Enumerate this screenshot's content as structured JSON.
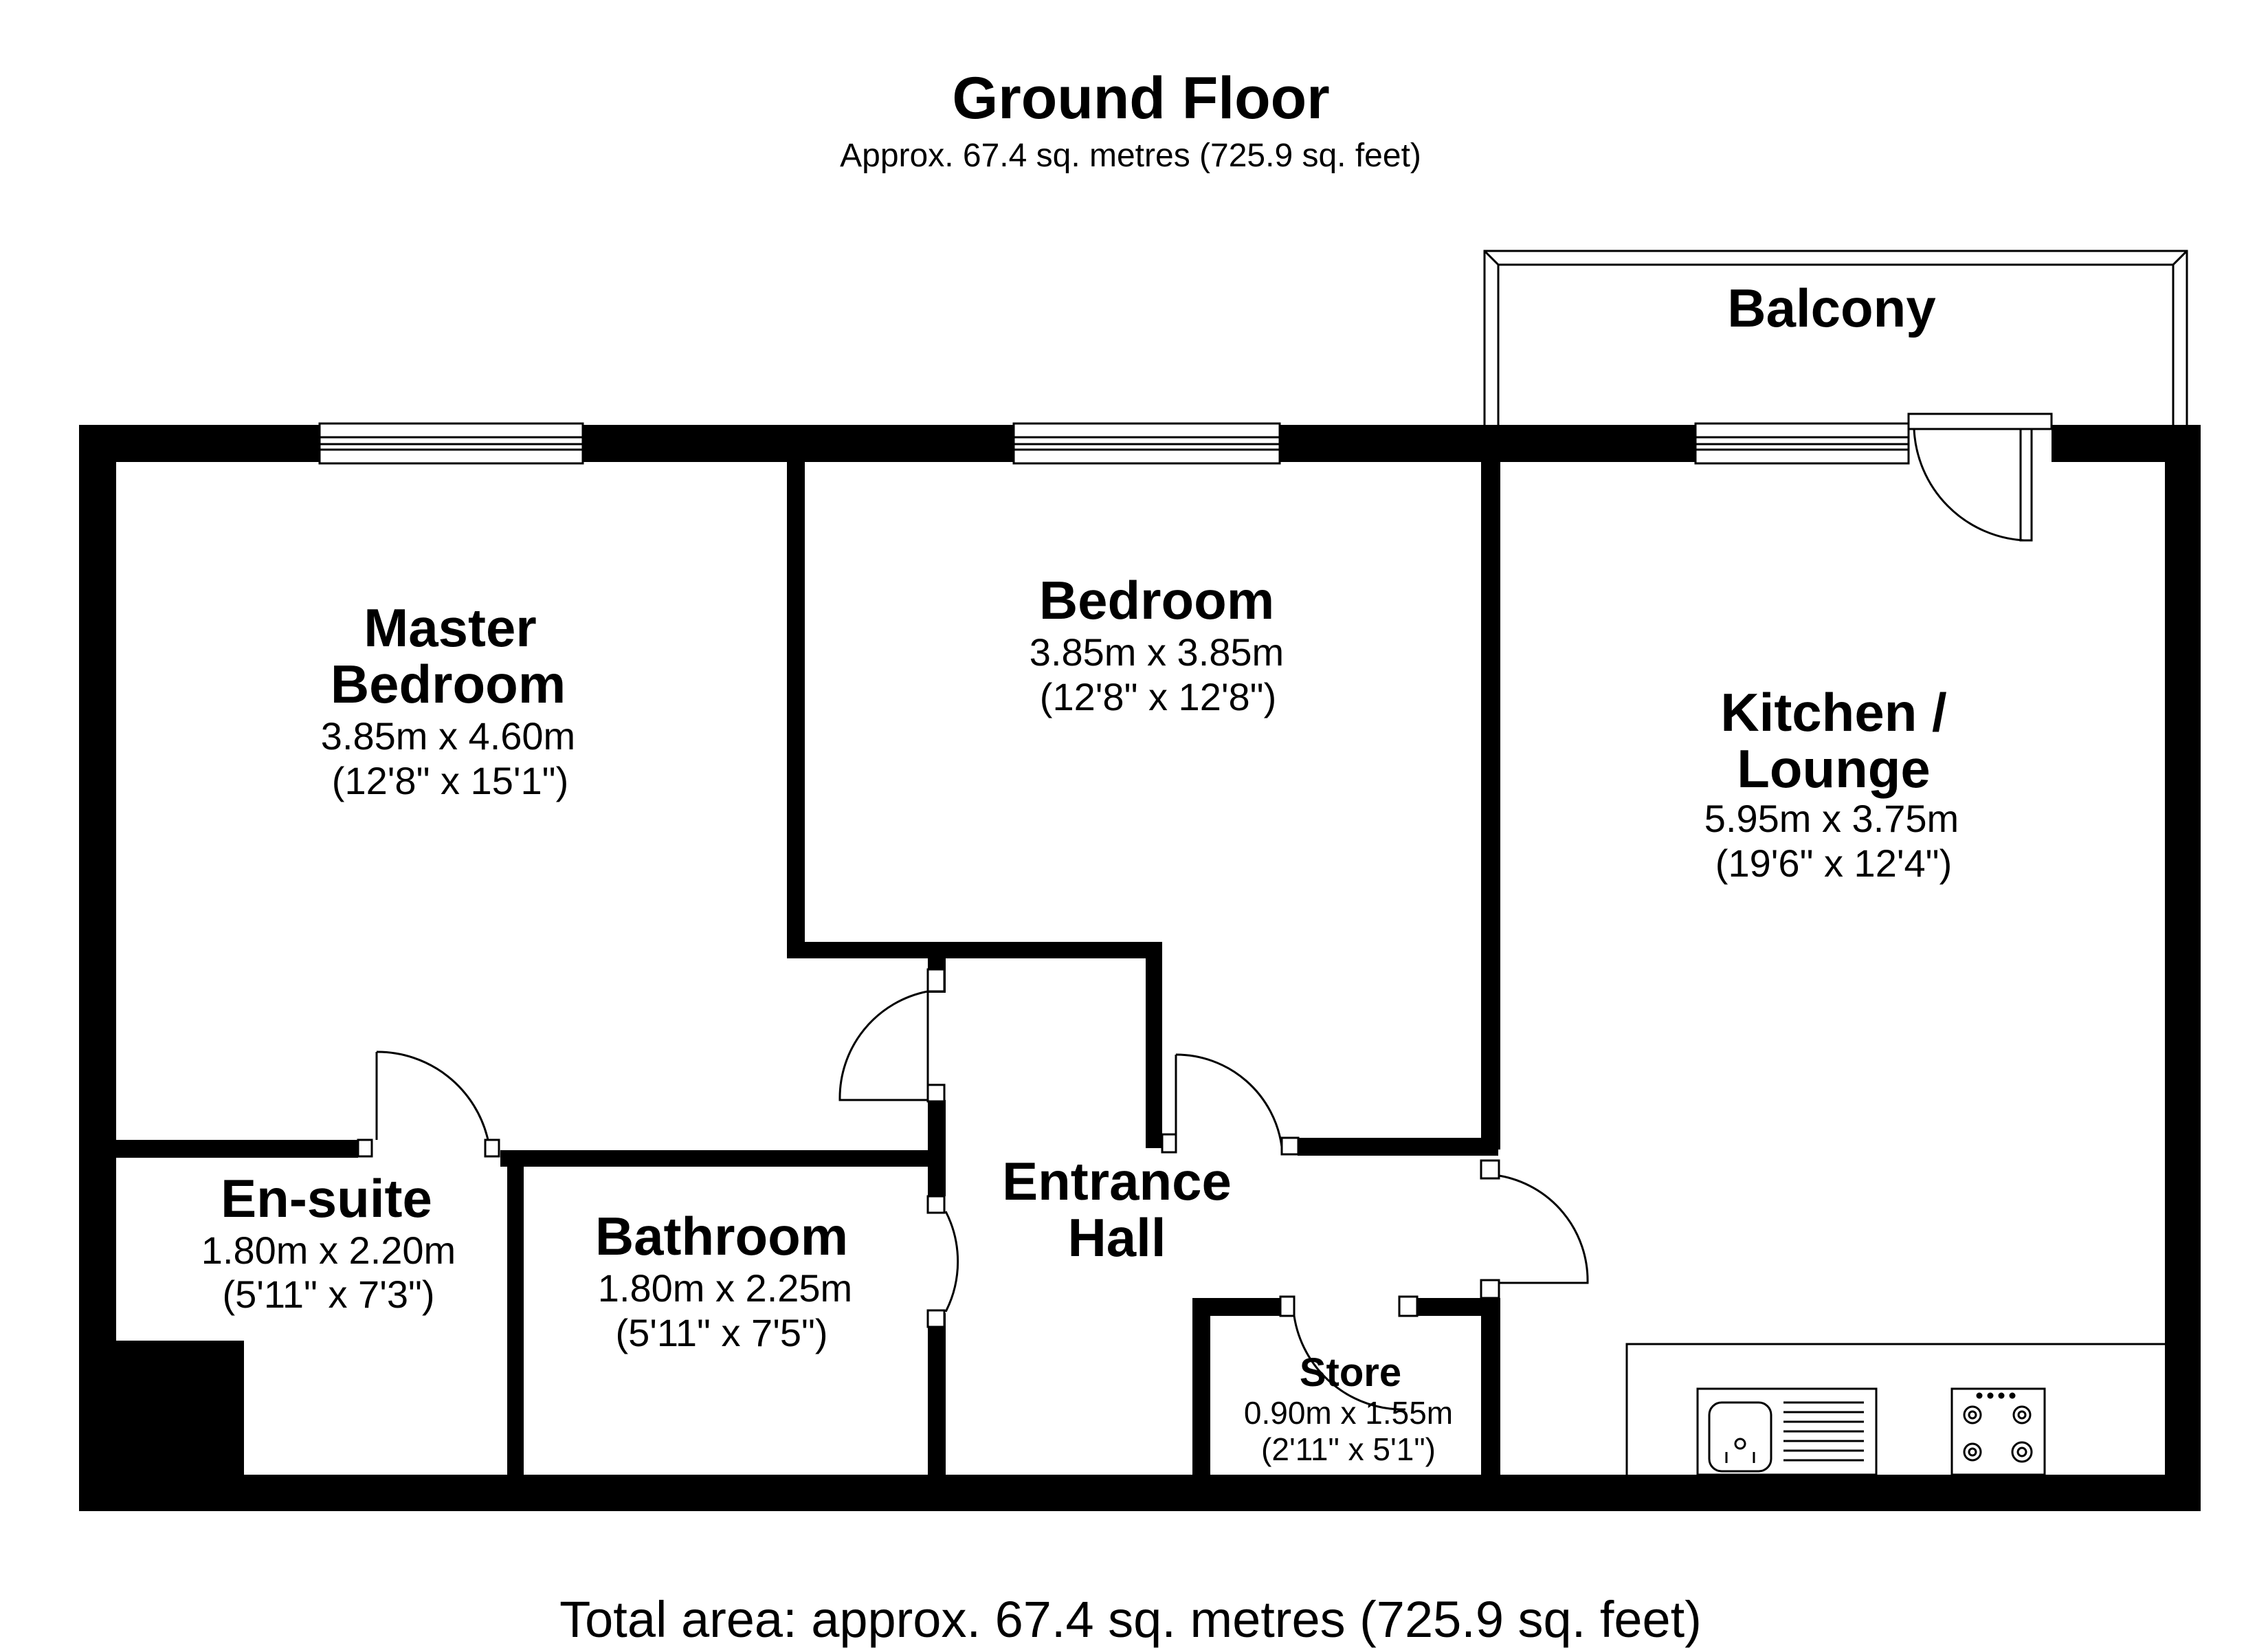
{
  "header": {
    "title": "Ground Floor",
    "subtitle": "Approx. 67.4 sq. metres (725.9 sq. feet)"
  },
  "rooms": {
    "master_bedroom": {
      "name_line1": "Master",
      "name_line2": "Bedroom",
      "metric": "3.85m x 4.60m",
      "imperial": "(12'8\" x 15'1\")"
    },
    "bedroom": {
      "name": "Bedroom",
      "metric": "3.85m x 3.85m",
      "imperial": "(12'8\" x 12'8\")"
    },
    "kitchen_lounge": {
      "name_line1": "Kitchen /",
      "name_line2": "Lounge",
      "metric": "5.95m x 3.75m",
      "imperial": "(19'6\" x 12'4\")"
    },
    "balcony": {
      "name": "Balcony"
    },
    "en_suite": {
      "name": "En-suite",
      "metric": "1.80m x 2.20m",
      "imperial": "(5'11\" x 7'3\")"
    },
    "bathroom": {
      "name": "Bathroom",
      "metric": "1.80m x 2.25m",
      "imperial": "(5'11\" x 7'5\")"
    },
    "entrance_hall": {
      "name_line1": "Entrance",
      "name_line2": "Hall"
    },
    "store": {
      "name": "Store",
      "metric": "0.90m x 1.55m",
      "imperial": "(2'11\" x 5'1\")"
    }
  },
  "footer": {
    "total": "Total area: approx. 67.4 sq. metres (725.9 sq. feet)"
  }
}
